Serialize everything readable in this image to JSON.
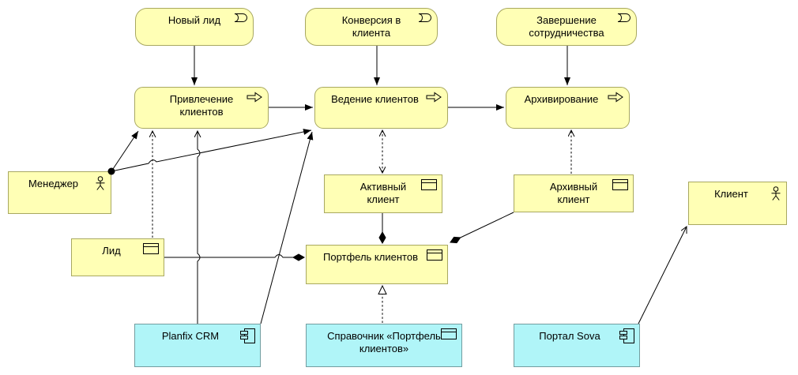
{
  "diagram": {
    "kind": "ArchiMate business-process view (CRM client lifecycle)",
    "colors": {
      "background": "#ffffff",
      "business_fill": "#ffffb5",
      "business_border": "#a8a860",
      "application_fill": "#b0f5f8",
      "application_border": "#729da0",
      "line": "#000000"
    },
    "nodes": {
      "event_new_lead": {
        "label": "Новый лид",
        "type": "business-event"
      },
      "event_conversion": {
        "label": "Конверсия в клиента",
        "type": "business-event"
      },
      "event_termination": {
        "label": "Завершение сотрудничества",
        "type": "business-event"
      },
      "process_attract": {
        "label": "Привлечение клиентов",
        "type": "business-process"
      },
      "process_manage": {
        "label": "Ведение клиентов",
        "type": "business-process"
      },
      "process_archive": {
        "label": "Архивирование",
        "type": "business-process"
      },
      "actor_manager": {
        "label": "Менеджер",
        "type": "business-actor"
      },
      "object_lead": {
        "label": "Лид",
        "type": "business-object"
      },
      "object_active_client": {
        "label": "Активный клиент",
        "type": "business-object"
      },
      "object_archived_client": {
        "label": "Архивный клиент",
        "type": "business-object"
      },
      "object_portfolio": {
        "label": "Портфель клиентов",
        "type": "business-object"
      },
      "actor_client": {
        "label": "Клиент",
        "type": "business-actor"
      },
      "app_planfix": {
        "label": "Planfix CRM",
        "type": "application-component"
      },
      "app_portfolio_directory": {
        "label": "Справочник «Портфель клиентов»",
        "type": "application-data-object"
      },
      "app_portal_sova": {
        "label": "Портал Sova",
        "type": "application-component"
      }
    },
    "relationships": [
      {
        "from": "Новый лид",
        "to": "Привлечение клиентов",
        "type": "trigger"
      },
      {
        "from": "Конверсия в клиента",
        "to": "Ведение клиентов",
        "type": "trigger"
      },
      {
        "from": "Завершение сотрудничества",
        "to": "Архивирование",
        "type": "trigger"
      },
      {
        "from": "Привлечение клиентов",
        "to": "Ведение клиентов",
        "type": "trigger"
      },
      {
        "from": "Ведение клиентов",
        "to": "Архивирование",
        "type": "trigger"
      },
      {
        "from": "Менеджер",
        "to": "Привлечение клиентов",
        "type": "assignment"
      },
      {
        "from": "Менеджер",
        "to": "Ведение клиентов",
        "type": "assignment"
      },
      {
        "from": "Лид",
        "to": "Привлечение клиентов",
        "type": "access (dotted)"
      },
      {
        "from": "Planfix CRM",
        "to": "Привлечение клиентов",
        "type": "serving"
      },
      {
        "from": "Planfix CRM",
        "to": "Ведение клиентов",
        "type": "assignment"
      },
      {
        "from": "Ведение клиентов",
        "to": "Активный клиент",
        "type": "access (bidirectional, dotted)"
      },
      {
        "from": "Архивный клиент",
        "to": "Архивирование",
        "type": "access (dotted)"
      },
      {
        "from": "Активный клиент",
        "to": "Портфель клиентов",
        "type": "composition"
      },
      {
        "from": "Архивный клиент",
        "to": "Портфель клиентов",
        "type": "composition"
      },
      {
        "from": "Лид",
        "to": "Портфель клиентов",
        "type": "composition"
      },
      {
        "from": "Справочник «Портфель клиентов»",
        "to": "Портфель клиентов",
        "type": "realization (dotted, hollow triangle)"
      },
      {
        "from": "Портал Sova",
        "to": "Клиент",
        "type": "serving"
      }
    ]
  }
}
